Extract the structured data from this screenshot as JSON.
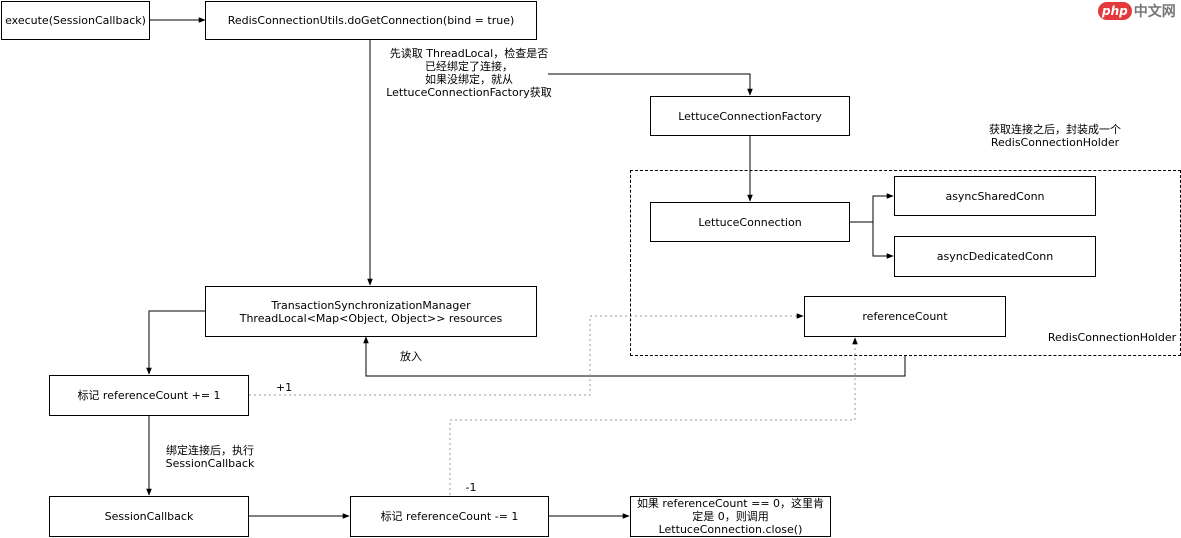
{
  "boxes": {
    "execute": "execute(SessionCallback)",
    "get_connection": "RedisConnectionUtils.doGetConnection(bind = true)",
    "factory": "LettuceConnectionFactory",
    "tsm": "TransactionSynchronizationManager\nThreadLocal<Map<Object, Object>> resources",
    "lettuce_connection": "LettuceConnection",
    "async_shared": "asyncSharedConn",
    "async_dedicated": "asyncDedicatedConn",
    "reference_count": "referenceCount",
    "mark_plus": "标记 referenceCount += 1",
    "session_callback": "SessionCallback",
    "mark_minus": "标记 referenceCount -= 1",
    "close_note": "如果 referenceCount  == 0，这里肯\n定是 0，则调用\nLettuceConnection.close()"
  },
  "labels": {
    "read_threadlocal": "先读取 ThreadLocal，检查是否\n已经绑定了连接，\n如果没绑定，就从\nLettuceConnectionFactory获取",
    "wrap_holder": "获取连接之后，封装成一个\nRedisConnectionHolder",
    "holder_title": "RedisConnectionHolder",
    "put_in": "放入",
    "plus_one": "+1",
    "bind_then_execute": "绑定连接后，执行\nSessionCallback",
    "minus_one": "-1"
  },
  "logo": {
    "php": "php",
    "site": "中文网"
  },
  "colors": {
    "line": "#000000",
    "dotted": "#999999",
    "logo_red": "#e4393c"
  }
}
